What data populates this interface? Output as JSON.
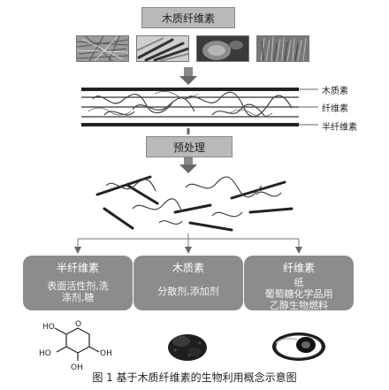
{
  "top": {
    "title": "木质纤维素"
  },
  "layers": {
    "labels": [
      "木质素",
      "纤维素",
      "半纤维素"
    ]
  },
  "pretreatment": {
    "label": "预处理"
  },
  "categories": [
    {
      "title": "半纤维素",
      "uses": [
        "表面活性剂,洗",
        "涤剂,糖"
      ]
    },
    {
      "title": "木质素",
      "uses": [
        "分散剂,添加剂"
      ]
    },
    {
      "title": "纤维素",
      "uses": [
        "纸",
        "葡萄糖化学品用",
        "乙醇生物燃料"
      ]
    }
  ],
  "molecule": {
    "labels": [
      "HO",
      "O",
      "OH",
      "HO",
      "OH",
      "OH"
    ]
  },
  "caption": "图 1  基于木质纤维素的生物利用概念示意图",
  "colors": {
    "box": "#b9b9b9",
    "category": "#8c8c8c",
    "arrow": "#666666",
    "lines": "#222222"
  }
}
